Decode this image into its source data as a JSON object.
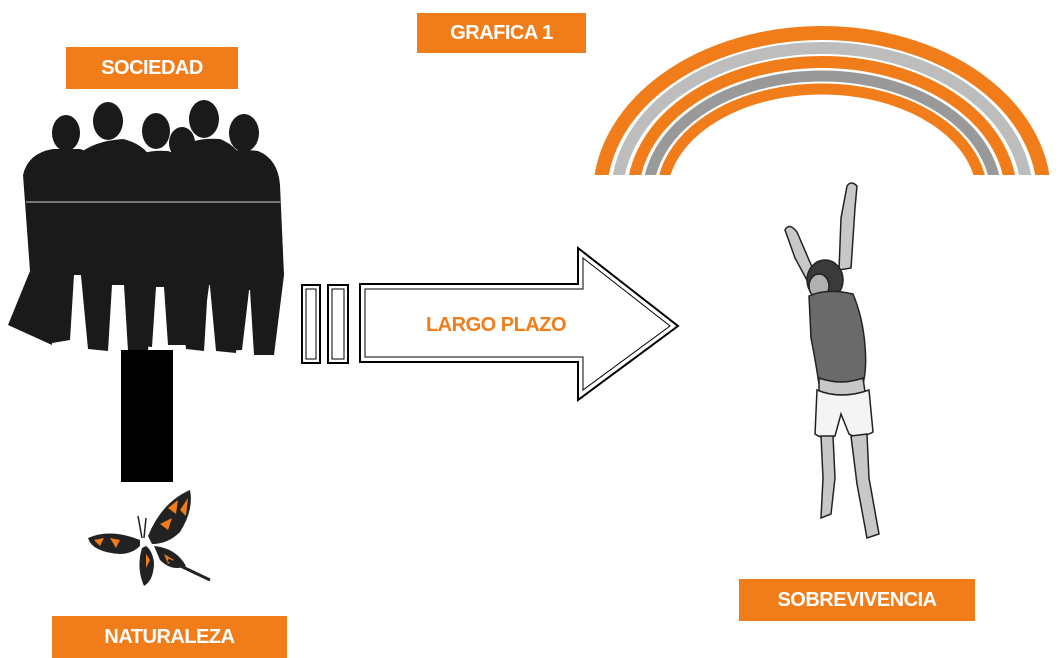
{
  "title": "GRAFICA 1",
  "nodes": {
    "society": "SOCIEDAD",
    "nature": "NATURALEZA",
    "survival": "SOBREVIVENCIA"
  },
  "arrow_label": "LARGO PLAZO",
  "colors": {
    "accent": "#f07d1a",
    "label_text": "#ffffff",
    "silhouette": "#1a1a1a",
    "rainbow_gray": "#bdbdbd"
  }
}
